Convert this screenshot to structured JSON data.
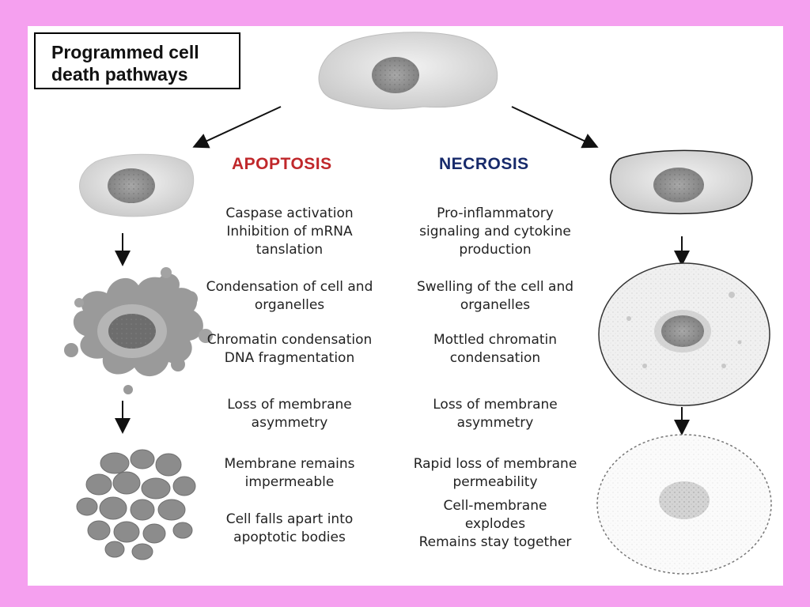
{
  "title": {
    "line1": "Programmed cell",
    "line2": "death pathways"
  },
  "apoptosis": {
    "heading": "APOPTOSIS",
    "items": [
      [
        "Caspase activation",
        "Inhibition of  mRNA",
        "tanslation"
      ],
      [
        "Condensation of cell and",
        "organelles"
      ],
      [
        "Chromatin condensation",
        "DNA fragmentation"
      ],
      [
        "Loss of membrane",
        "asymmetry"
      ],
      [
        "Membrane remains",
        "impermeable"
      ],
      [
        "Cell  falls apart into",
        "apoptotic bodies"
      ]
    ]
  },
  "necrosis": {
    "heading": "NECROSIS",
    "items": [
      [
        "Pro-inflammatory",
        "signaling  and cytokine",
        "production"
      ],
      [
        "Swelling of the cell and",
        "organelles"
      ],
      [
        "Mottled chromatin",
        "condensation"
      ],
      [
        "Loss of membrane",
        "asymmetry"
      ],
      [
        "Rapid loss of membrane",
        "permeability"
      ],
      [
        "Cell-membrane",
        "explodes",
        "Remains stay together"
      ]
    ]
  },
  "colors": {
    "background": "#f5a0ef",
    "apoptosis_heading": "#c0282b",
    "necrosis_heading": "#172a6b"
  }
}
